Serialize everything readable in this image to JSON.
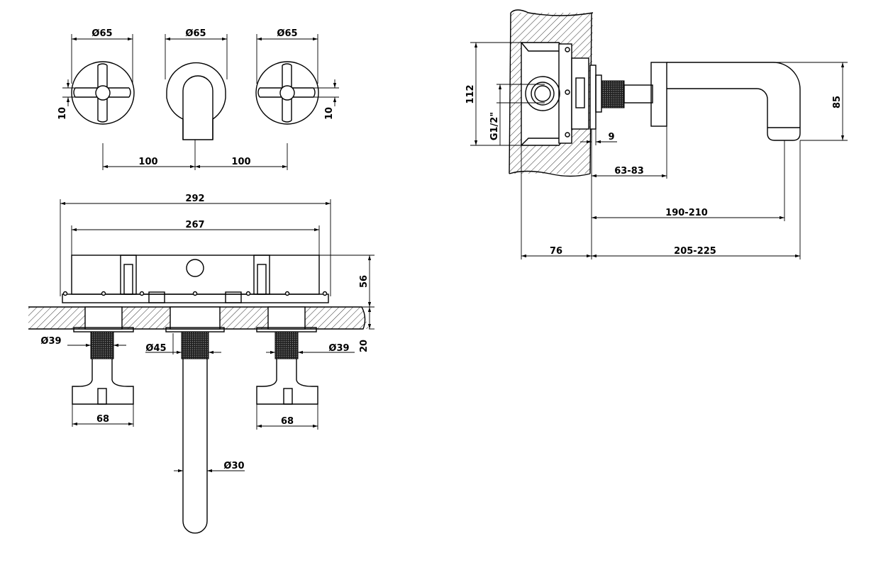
{
  "dimensions": {
    "front_view": {
      "handle_left_diameter": "Ø65",
      "spout_flange_diameter": "Ø65",
      "handle_right_diameter": "Ø65",
      "handle_left_offset": "10",
      "handle_right_offset": "10",
      "spacing_left": "100",
      "spacing_right": "100"
    },
    "top_view": {
      "overall_width": "292",
      "body_width": "267",
      "body_depth": "56",
      "wall_projection": "20",
      "left_knob_diameter": "Ø39",
      "center_knob_diameter": "Ø45",
      "right_knob_diameter": "Ø39",
      "left_handle_width": "68",
      "right_handle_width": "68",
      "spout_diameter": "Ø30"
    },
    "side_view": {
      "body_height": "112",
      "thread": "G1/2\"",
      "spout_height": "85",
      "plate_thickness": "9",
      "flange_range": "63-83",
      "spout_reach": "190-210",
      "embed_depth": "76",
      "total_reach": "205-225"
    }
  }
}
